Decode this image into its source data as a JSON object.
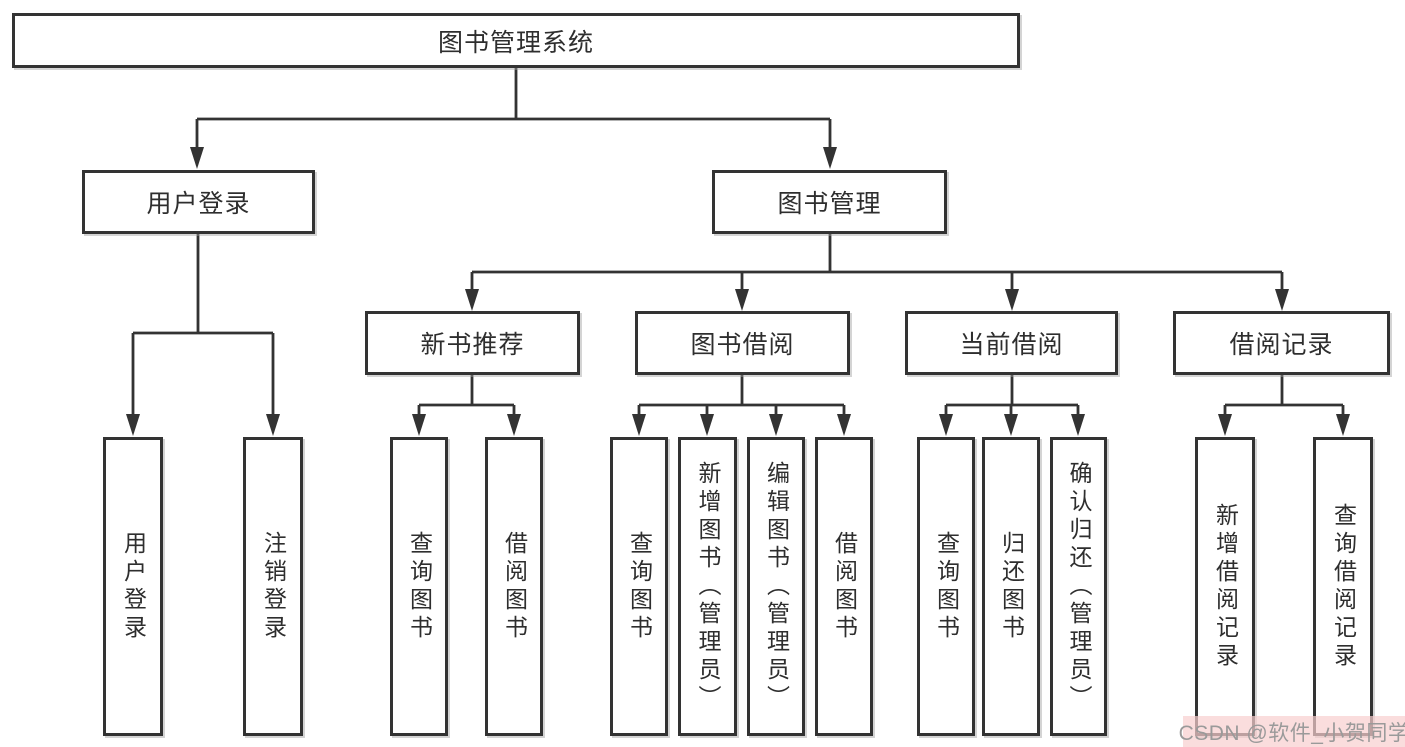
{
  "diagram_title": "图书管理系统",
  "type": "tree-diagram",
  "nodes": {
    "root": "图书管理系统",
    "user_login": "用户登录",
    "book_mgmt": "图书管理",
    "new_book_rec": "新书推荐",
    "book_borrow": "图书借阅",
    "current_borrow": "当前借阅",
    "borrow_records": "借阅记录",
    "login": "用户登录",
    "logout": "注销登录",
    "nbr_query": "查询图书",
    "nbr_borrow": "借阅图书",
    "bb_query": "查询图书",
    "bb_add": "新增图书（管理员）",
    "bb_edit": "编辑图书（管理员）",
    "bb_borrow": "借阅图书",
    "cb_query": "查询图书",
    "cb_return": "归还图书",
    "cb_confirm": "确认归还（管理员）",
    "br_add": "新增借阅记录",
    "br_query": "查询借阅记录"
  },
  "hierarchy": {
    "图书管理系统": {
      "用户登录": [
        "用户登录",
        "注销登录"
      ],
      "图书管理": {
        "新书推荐": [
          "查询图书",
          "借阅图书"
        ],
        "图书借阅": [
          "查询图书",
          "新增图书（管理员）",
          "编辑图书（管理员）",
          "借阅图书"
        ],
        "当前借阅": [
          "查询图书",
          "归还图书",
          "确认归还（管理员）"
        ],
        "借阅记录": [
          "新增借阅记录",
          "查询借阅记录"
        ]
      }
    }
  },
  "watermark": {
    "text": "CSDN @软件_小贺同学"
  },
  "colors": {
    "line": "#333333",
    "box_border": "#333333",
    "box_fill": "#ffffff",
    "background": "#ffffff",
    "watermark_text": "#9a9a9a",
    "watermark_bg": "#f8cece"
  }
}
